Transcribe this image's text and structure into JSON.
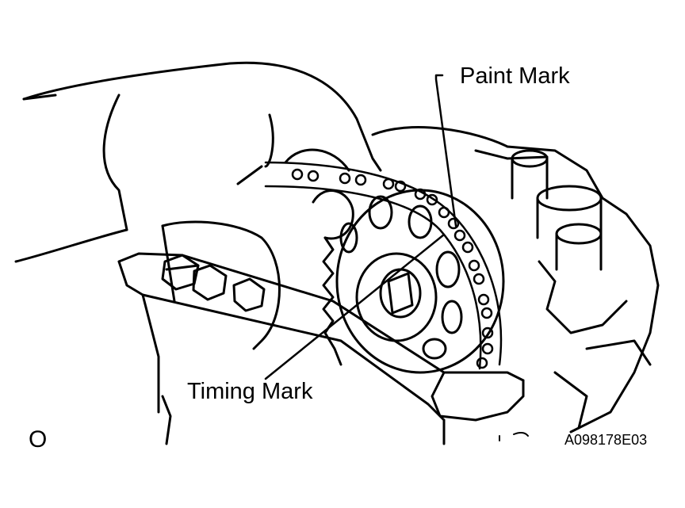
{
  "labels": {
    "paint_mark": "Paint Mark",
    "timing_mark": "Timing Mark",
    "corner": "O",
    "figure_code": "A098178E03"
  },
  "colors": {
    "ink": "#000000",
    "paper": "#ffffff"
  }
}
